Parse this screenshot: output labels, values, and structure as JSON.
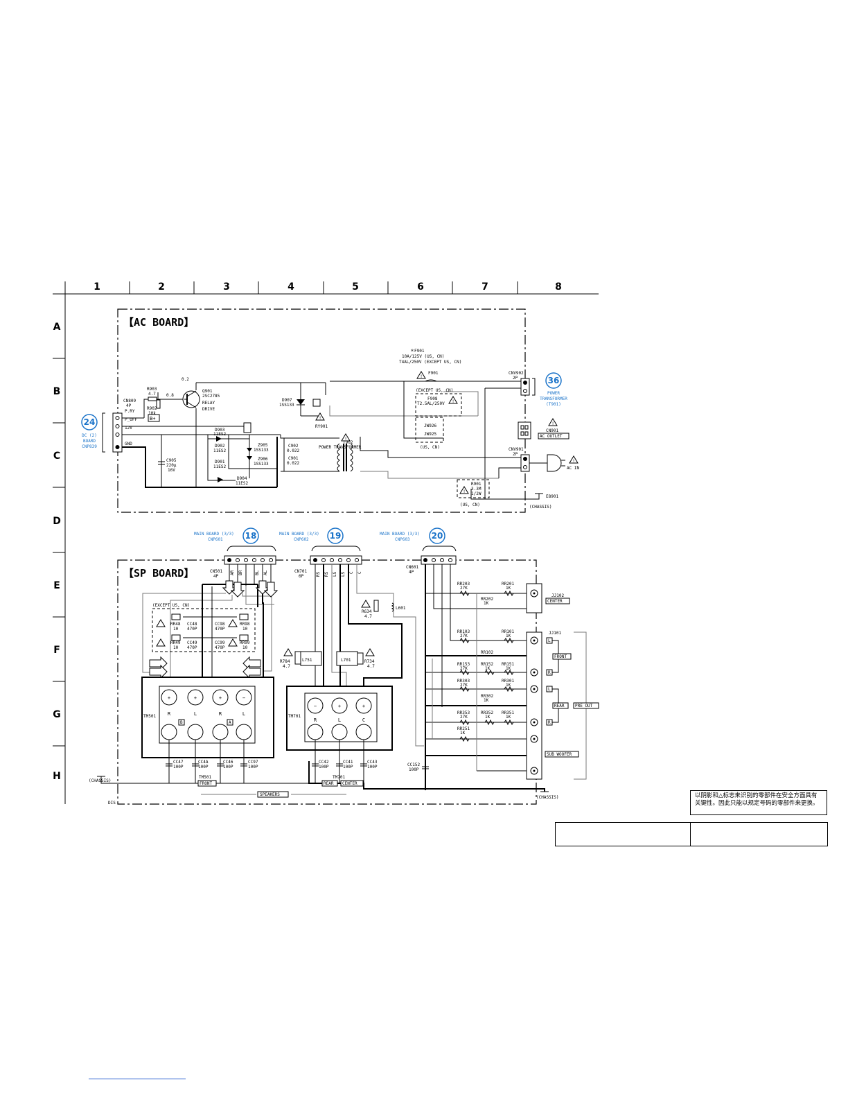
{
  "grid": {
    "columns": [
      "1",
      "2",
      "3",
      "4",
      "5",
      "6",
      "7",
      "8"
    ],
    "rows": [
      "A",
      "B",
      "C",
      "D",
      "E",
      "F",
      "G",
      "H"
    ]
  },
  "ac_board": {
    "title": "【AC BOARD】",
    "cn809": {
      "ref": "CN809",
      "pins": "4P",
      "label_pry": "P.RY",
      "label_poff": "P_OFF",
      "label_12v": "12V",
      "label_gnd": "GND"
    },
    "dc_board": {
      "badge": "24",
      "line1": "DC (2)",
      "line2": "BOARD",
      "line3": "CNP839"
    },
    "r903": {
      "ref": "R903",
      "value": "4.7"
    },
    "r902": {
      "ref": "R902",
      "value": "10k"
    },
    "bplus": "B+",
    "volt_02": "0.2",
    "volt_08": "0.8",
    "q901": {
      "ref": "Q901",
      "part": "2SC2785",
      "line2": "RELAY",
      "line3": "DRIVE"
    },
    "d907": {
      "ref": "D907",
      "part": "1SS133"
    },
    "ry901": "RY901",
    "fuse_note": {
      "line1": "＊F901",
      "line2": "10A/125V (US, CN)",
      "line3": "T4AL/250V (EXCEPT US, CN)"
    },
    "f901": "F901",
    "except_us_cn": "(EXCEPT US, CN)",
    "f908": {
      "ref": "F908",
      "value": "T2.5AL/250V"
    },
    "jw926": "JW926",
    "jw925": "JW925",
    "us_cn": "(US, CN)",
    "cnv902": {
      "ref": "CNV902",
      "pins": "2P"
    },
    "transformer_badge": {
      "badge": "36",
      "line1": "POWER",
      "line2": "TRANSFORMER",
      "line3": "(T901)"
    },
    "cn901": "CN901",
    "ac_outlet": "AC OUTLET",
    "cnv901": {
      "ref": "CNV901",
      "pins": "2P"
    },
    "ac_in": "AC IN",
    "t902": {
      "ref": "T902",
      "label": "POWER TRANSFORMER"
    },
    "d903": {
      "ref": "D903",
      "part": "11ES2"
    },
    "d902": {
      "ref": "D902",
      "part": "11ES2"
    },
    "d901": {
      "ref": "D901",
      "part": "11ES2"
    },
    "d904": {
      "ref": "D904",
      "part": "11ES2"
    },
    "z905": {
      "ref": "Z905",
      "part": "1SS133"
    },
    "z906": {
      "ref": "Z906",
      "part": "1SS133"
    },
    "c902": {
      "ref": "C902",
      "value": "0.022"
    },
    "c901": {
      "ref": "C901",
      "value": "0.022"
    },
    "c905": {
      "ref": "C905",
      "value": "220μ",
      "voltage": "16V"
    },
    "r901": {
      "ref": "R901",
      "value": "3.3M",
      "watt": "1/2W"
    },
    "us_cn2": "(US, CN)",
    "e8901": "E8901",
    "chassis": "(CHASSIS)"
  },
  "main_connectors": [
    {
      "badge": "18",
      "line1": "MAIN BOARD (3/3)",
      "line2": "CNP601"
    },
    {
      "badge": "19",
      "line1": "MAIN BOARD (3/3)",
      "line2": "CNP602"
    },
    {
      "badge": "20",
      "line1": "MAIN BOARD (3/3)",
      "line2": "CNP603"
    }
  ],
  "sp_board": {
    "title": "【SP BOARD】",
    "cn501": {
      "ref": "CN501",
      "pins": "4P",
      "pin_labels": [
        "AR",
        "BR",
        "BL",
        "AL"
      ]
    },
    "cn701": {
      "ref": "CN701",
      "pins": "6P",
      "pin_labels": [
        "RS",
        "RS",
        "LS",
        "LS",
        "C",
        "C"
      ]
    },
    "cn601": {
      "ref": "CN601",
      "pins": "4P"
    },
    "except_us_cn": "(EXCEPT US, CN)",
    "r548": {
      "ref": "RR48",
      "value": "10"
    },
    "r549": {
      "ref": "RR49",
      "value": "10"
    },
    "cc48": {
      "ref": "CC48",
      "value": "470P"
    },
    "cc49": {
      "ref": "CC49",
      "value": "470P"
    },
    "cc98": {
      "ref": "CC98",
      "value": "470P"
    },
    "cc99": {
      "ref": "CC99",
      "value": "470P"
    },
    "rr98": {
      "ref": "RR98",
      "value": "10"
    },
    "rr99": {
      "ref": "RR99",
      "value": "10"
    },
    "tm501": "TM501",
    "tm701": "TM701",
    "terminal_signs": [
      "+",
      "+",
      "+",
      "−"
    ],
    "terminal_signs_701": [
      "−",
      "+",
      "+"
    ],
    "terminal_labels_501": [
      "R",
      "L",
      "R",
      "L"
    ],
    "terminal_labels_701": [
      "R",
      "L",
      "C"
    ],
    "terminal_b": "B",
    "terminal_a": "A",
    "r784": {
      "ref": "R784",
      "value": "4.7"
    },
    "l751": "L751",
    "l701": "L701",
    "r734": {
      "ref": "R734",
      "value": "4.7"
    },
    "r634": {
      "ref": "R634",
      "value": "4.7"
    },
    "l601": "L601",
    "cc47": {
      "ref": "CC47",
      "value": "100P"
    },
    "cc46a": {
      "ref": "CC4A",
      "value": "100P"
    },
    "cc46": {
      "ref": "CC46",
      "value": "100P"
    },
    "cc97": {
      "ref": "CC97",
      "value": "100P"
    },
    "cc42": {
      "ref": "CC42",
      "value": "100P"
    },
    "cc41": {
      "ref": "CC41",
      "value": "100P"
    },
    "cc43": {
      "ref": "CC43",
      "value": "100P"
    },
    "cc152": {
      "ref": "CC152",
      "value": "100P"
    },
    "tm501_front": {
      "ref": "TM501",
      "label": "FRONT"
    },
    "tm701_bottom": {
      "ref": "TM701",
      "rear": "REAR",
      "center": "CENTER"
    },
    "speakers": "SPEAKERS",
    "chassis_left": "(CHASSIS)",
    "chassis_right": "(CHASSIS)",
    "dis": "DIS",
    "jj102": {
      "ref": "JJ102",
      "label": "CENTER"
    },
    "jj101": "JJ101",
    "front": "FRONT",
    "rear": "REAR",
    "pre_out": "PRE OUT",
    "sub_woofer": "SUB WOOFER",
    "jack_l": "L",
    "jack_r": "R",
    "resistors": [
      {
        "ref": "RR203",
        "value": "27K"
      },
      {
        "ref": "RR201",
        "value": "1K"
      },
      {
        "ref": "RR202",
        "value": "1K"
      },
      {
        "ref": "RR103",
        "value": "27K"
      },
      {
        "ref": "RR101",
        "value": "1K"
      },
      {
        "ref": "RR102",
        "value": ""
      },
      {
        "ref": "RR153",
        "value": "27K"
      },
      {
        "ref": "RR152",
        "value": "1K"
      },
      {
        "ref": "RR151",
        "value": "1K"
      },
      {
        "ref": "RR303",
        "value": "27K"
      },
      {
        "ref": "RR301",
        "value": "1K"
      },
      {
        "ref": "RR302",
        "value": "1K"
      },
      {
        "ref": "RR353",
        "value": "27K"
      },
      {
        "ref": "RR352",
        "value": "1K"
      },
      {
        "ref": "RR351",
        "value": "1K"
      },
      {
        "ref": "RR251",
        "value": "1K"
      }
    ]
  },
  "note": "以阴影和△标志来识别的零部件在安全方面具有关键性。因此只能以规定号码的零部件来更换。"
}
